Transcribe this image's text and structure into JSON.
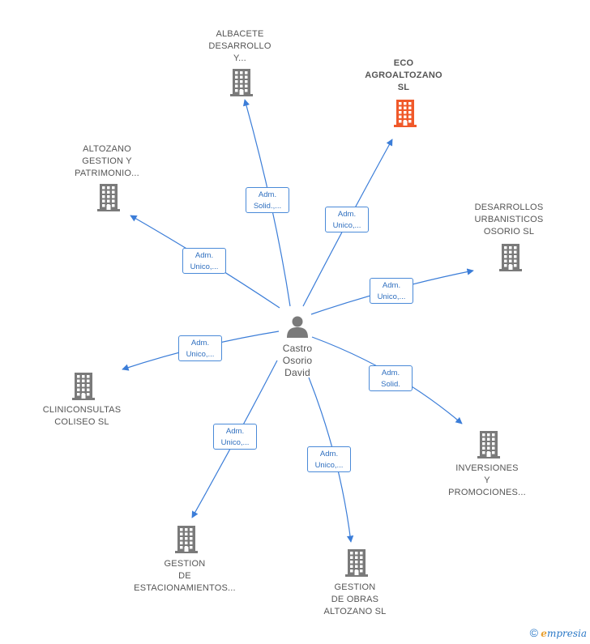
{
  "center": {
    "name_lines": [
      "Castro",
      "Osorio",
      "David"
    ],
    "icon": "person-icon"
  },
  "companies": [
    {
      "key": "albacete",
      "name_lines": [
        "ALBACETE",
        "DESARROLLO",
        "Y..."
      ],
      "highlight": false,
      "icon": "building-icon"
    },
    {
      "key": "eco",
      "name_lines": [
        "ECO",
        "AGROALTOZANO",
        "SL"
      ],
      "highlight": true,
      "icon": "building-icon"
    },
    {
      "key": "altozano-gestion",
      "name_lines": [
        "ALTOZANO",
        "GESTION Y",
        "PATRIMONIO..."
      ],
      "highlight": false,
      "icon": "building-icon"
    },
    {
      "key": "desarrollos",
      "name_lines": [
        "DESARROLLOS",
        "URBANISTICOS",
        "OSORIO  SL"
      ],
      "highlight": false,
      "icon": "building-icon"
    },
    {
      "key": "cliniconsultas",
      "name_lines": [
        "CLINICONSULTAS",
        "COLISEO  SL"
      ],
      "highlight": false,
      "icon": "building-icon"
    },
    {
      "key": "inversiones",
      "name_lines": [
        "INVERSIONES",
        "Y",
        "PROMOCIONES..."
      ],
      "highlight": false,
      "icon": "building-icon"
    },
    {
      "key": "estacionamientos",
      "name_lines": [
        "GESTION",
        "DE",
        "ESTACIONAMIENTOS..."
      ],
      "highlight": false,
      "icon": "building-icon"
    },
    {
      "key": "obras",
      "name_lines": [
        "GESTION",
        "DE OBRAS",
        "ALTOZANO  SL"
      ],
      "highlight": false,
      "icon": "building-icon"
    }
  ],
  "relations": [
    {
      "to": "albacete",
      "label_lines": [
        "Adm.",
        "Solid.,..."
      ]
    },
    {
      "to": "eco",
      "label_lines": [
        "Adm.",
        "Unico,..."
      ]
    },
    {
      "to": "altozano-gestion",
      "label_lines": [
        "Adm.",
        "Unico,..."
      ]
    },
    {
      "to": "desarrollos",
      "label_lines": [
        "Adm.",
        "Unico,..."
      ]
    },
    {
      "to": "cliniconsultas",
      "label_lines": [
        "Adm.",
        "Unico,..."
      ]
    },
    {
      "to": "inversiones",
      "label_lines": [
        "Adm.",
        "Solid."
      ]
    },
    {
      "to": "estacionamientos",
      "label_lines": [
        "Adm.",
        "Unico,..."
      ]
    },
    {
      "to": "obras",
      "label_lines": [
        "Adm.",
        "Unico,..."
      ]
    }
  ],
  "colors": {
    "building": "#7a7a7a",
    "building_highlight": "#f0592a",
    "person": "#7a7a7a",
    "edge": "#3b7dd8"
  },
  "footer": {
    "copyright_symbol": "©",
    "brand_initial": "e",
    "brand_rest": "mpresia"
  }
}
